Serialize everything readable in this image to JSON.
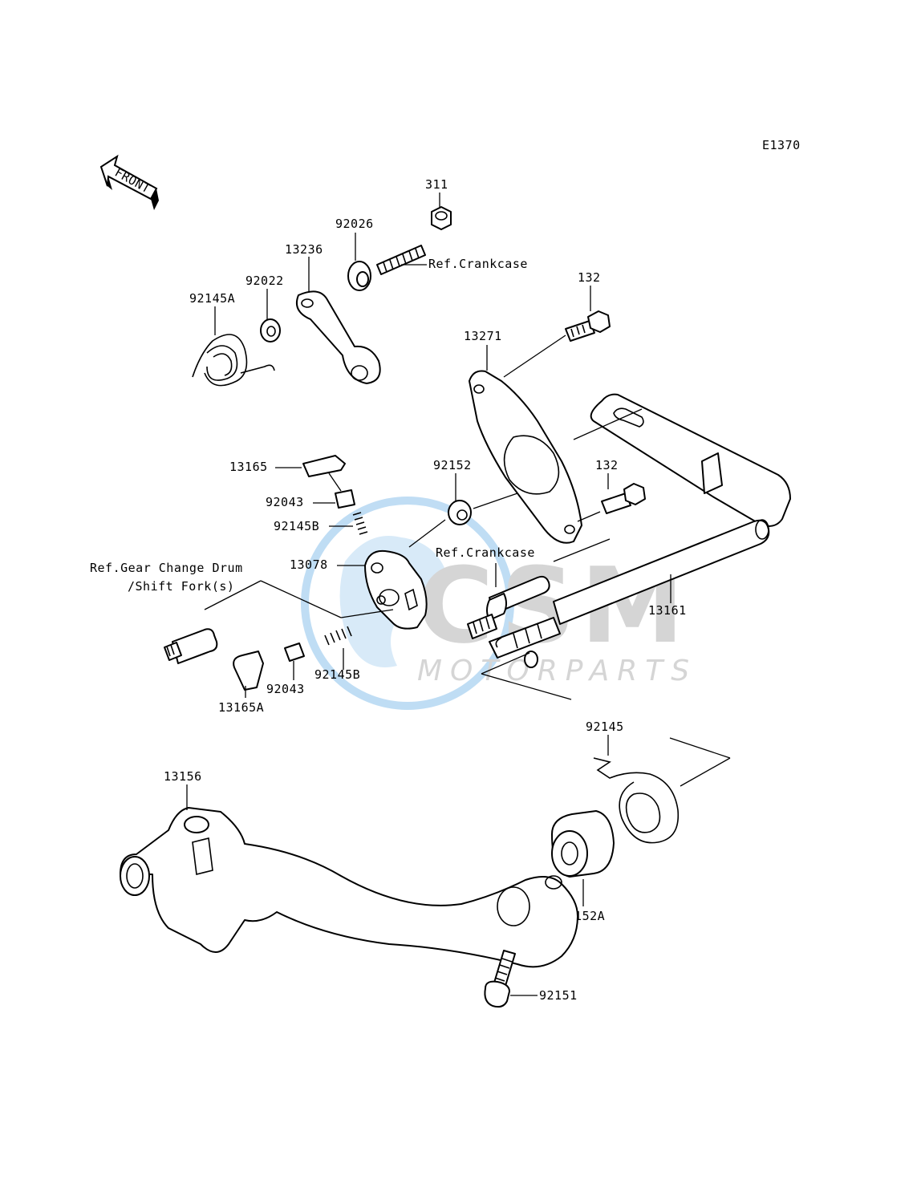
{
  "diagram_code": "E1370",
  "front_label": "FRONT",
  "watermark": {
    "brand": "CSM",
    "sub": "MOTORPARTS"
  },
  "labels": {
    "p311": "311",
    "p92026": "92026",
    "ref_crankcase_top": "Ref.Crankcase",
    "p13236": "13236",
    "p92022": "92022",
    "p92145A": "92145A",
    "p132_top": "132",
    "p13271": "13271",
    "p13165": "13165",
    "p92152": "92152",
    "p132_mid": "132",
    "p92043_top": "92043",
    "p92145B_top": "92145B",
    "ref_crankcase_mid": "Ref.Crankcase",
    "p13078": "13078",
    "ref_gear_change_1": "Ref.Gear Change Drum",
    "ref_gear_change_2": "/Shift Fork(s)",
    "p13161": "13161",
    "p92145B_bottom": "92145B",
    "p92043_bottom": "92043",
    "p13165A": "13165A",
    "p92145": "92145",
    "p13156": "13156",
    "p92152A": "92152A",
    "p92151": "92151"
  }
}
